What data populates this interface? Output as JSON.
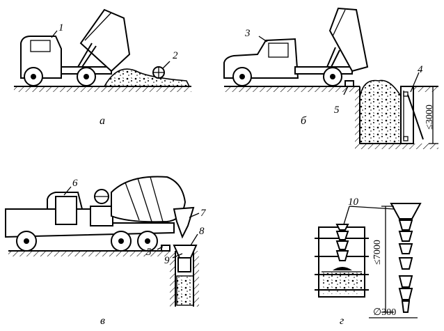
{
  "panels": {
    "a": {
      "caption": "а",
      "callouts": [
        "1",
        "2"
      ]
    },
    "b": {
      "caption": "б",
      "callouts": [
        "3",
        "4",
        "5"
      ],
      "dimension": "≤3000"
    },
    "v": {
      "caption": "в",
      "callouts": [
        "6",
        "7",
        "8",
        "5",
        "9"
      ]
    },
    "g": {
      "caption": "г",
      "callouts": [
        "10"
      ],
      "dimension_height": "≤7000",
      "dimension_diameter": "∅300"
    }
  }
}
